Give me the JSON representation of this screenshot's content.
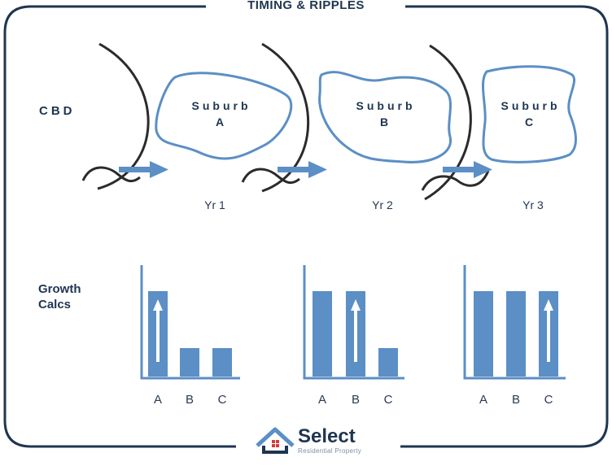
{
  "title": "TIMING & RIPPLES",
  "labels": {
    "cbd": "CBD",
    "growth_line1": "Growth",
    "growth_line2": "Calcs"
  },
  "panels": [
    {
      "suburb_line1": "Suburb",
      "suburb_line2": "A",
      "year": "Yr 1"
    },
    {
      "suburb_line1": "Suburb",
      "suburb_line2": "B",
      "year": "Yr 2"
    },
    {
      "suburb_line1": "Suburb",
      "suburb_line2": "C",
      "year": "Yr 3"
    }
  ],
  "chart_data": [
    {
      "type": "bar",
      "categories": [
        "A",
        "B",
        "C"
      ],
      "values": [
        3,
        1,
        1
      ],
      "arrow_on": "A"
    },
    {
      "type": "bar",
      "categories": [
        "A",
        "B",
        "C"
      ],
      "values": [
        3,
        3,
        1
      ],
      "arrow_on": "B"
    },
    {
      "type": "bar",
      "categories": [
        "A",
        "B",
        "C"
      ],
      "values": [
        3,
        3,
        3
      ],
      "arrow_on": "C"
    }
  ],
  "logo": {
    "name": "Select",
    "tagline": "Residential Property"
  },
  "colors": {
    "accent": "#5b8fc5",
    "dark": "#2b2b2b",
    "text": "#1f3550"
  }
}
